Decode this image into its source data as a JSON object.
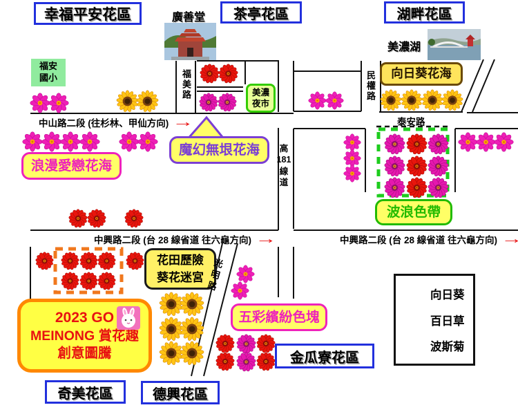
{
  "map": {
    "regions": [
      {
        "id": "xingfu",
        "label": "幸福平安花區"
      },
      {
        "id": "chating",
        "label": "茶亭花區"
      },
      {
        "id": "hupan",
        "label": "湖畔花區"
      },
      {
        "id": "qimei",
        "label": "奇美花區"
      },
      {
        "id": "dexing",
        "label": "德興花區"
      },
      {
        "id": "jinguoliao",
        "label": "金瓜寮花區"
      }
    ],
    "places": {
      "guangshantang": "廣善堂",
      "meinonghu": "美濃湖",
      "fuan_lines": [
        "福安",
        "國小"
      ],
      "night_market_lines": [
        "美濃",
        "夜市"
      ]
    },
    "highlights": {
      "sunflower_sea": "向日葵花海",
      "romantic": "浪漫愛戀花海",
      "magic": "魔幻無垠花海",
      "wave": "波浪色帶",
      "colorblocks": "五彩繽紛色塊",
      "maze_lines": [
        "花田歷險",
        "葵花迷宮"
      ]
    },
    "banner": {
      "lines": [
        "2023 GO",
        "MEINONG 賞花趣",
        "創意圖騰"
      ]
    },
    "roads": {
      "zhongshan": "中山路二段 (往杉林、甲仙方向)",
      "taian": "泰安路",
      "zhongxing_left": "中興路二段 (台 28 線省道 往六龜方向)",
      "zhongxing_right": "中興路二段 (台 28 線省道 往六龜方向)",
      "minquan": "民權路",
      "fumei": "福美路",
      "gao181_lines": [
        "高",
        "181",
        "線",
        "道"
      ],
      "guangming": "光明路",
      "arrow": "→"
    },
    "legend": {
      "items": [
        {
          "icon": "sunflower-icon",
          "label": "向日葵"
        },
        {
          "icon": "zinnia-red-icon",
          "label": "百日草"
        },
        {
          "icon": "cosmos-icon",
          "label": "波斯菊"
        }
      ]
    },
    "icons": {
      "sunflower": "sunflower-icon",
      "zinnia_red": "zinnia-red-icon",
      "zinnia_magenta": "zinnia-magenta-icon",
      "cosmos": "cosmos-icon"
    },
    "colors": {
      "region_border": "#2230DD",
      "road": "#111111",
      "arrow_red": "#E81111",
      "highlight_fill": "#FFFF66",
      "magenta_accent": "#EE22BB",
      "purple_accent": "#7B3FD4",
      "green_accent": "#22BB00",
      "orange_accent": "#FF8800",
      "banner_text": "#E81111",
      "school_fill": "#90EB9E",
      "night_market_fill": "#E8FF99",
      "sunflower_box_border": "#6B4A08"
    },
    "flowers": [
      [
        "cosmos",
        58,
        149,
        30
      ],
      [
        "cosmos",
        85,
        149,
        30
      ],
      [
        "sunflower",
        184,
        146,
        33
      ],
      [
        "sunflower",
        213,
        146,
        33
      ],
      [
        "zinnia_red",
        303,
        106,
        29
      ],
      [
        "zinnia_red",
        330,
        106,
        29
      ],
      [
        "zinnia_magenta",
        302,
        148,
        28
      ],
      [
        "zinnia_magenta",
        329,
        148,
        28
      ],
      [
        "cosmos",
        459,
        145,
        27
      ],
      [
        "cosmos",
        484,
        145,
        27
      ],
      [
        "sunflower",
        566,
        145,
        32
      ],
      [
        "sunflower",
        596,
        145,
        32
      ],
      [
        "sunflower",
        626,
        145,
        32
      ],
      [
        "sunflower",
        655,
        145,
        32
      ],
      [
        "cosmos",
        47,
        205,
        30
      ],
      [
        "cosmos",
        75,
        205,
        30
      ],
      [
        "cosmos",
        102,
        205,
        30
      ],
      [
        "cosmos",
        130,
        205,
        30
      ],
      [
        "cosmos",
        187,
        205,
        30
      ],
      [
        "cosmos",
        214,
        205,
        30
      ],
      [
        "cosmos",
        510,
        206,
        26
      ],
      [
        "cosmos",
        510,
        229,
        26
      ],
      [
        "cosmos",
        510,
        251,
        26
      ],
      [
        "zinnia_magenta",
        571,
        208,
        31
      ],
      [
        "zinnia_red",
        603,
        208,
        31
      ],
      [
        "zinnia_magenta",
        634,
        208,
        31
      ],
      [
        "zinnia_magenta",
        571,
        240,
        31
      ],
      [
        "zinnia_red",
        603,
        240,
        31
      ],
      [
        "zinnia_magenta",
        634,
        240,
        31
      ],
      [
        "zinnia_magenta",
        571,
        271,
        31
      ],
      [
        "zinnia_red",
        603,
        271,
        31
      ],
      [
        "zinnia_magenta",
        634,
        271,
        31
      ],
      [
        "cosmos",
        677,
        205,
        29
      ],
      [
        "cosmos",
        703,
        205,
        29
      ],
      [
        "cosmos",
        729,
        205,
        29
      ],
      [
        "zinnia_red",
        113,
        316,
        28
      ],
      [
        "zinnia_red",
        140,
        316,
        28
      ],
      [
        "zinnia_red",
        194,
        316,
        28
      ],
      [
        "zinnia_red",
        64,
        377,
        27
      ],
      [
        "zinnia_red",
        101,
        377,
        27
      ],
      [
        "zinnia_red",
        128,
        377,
        27
      ],
      [
        "zinnia_red",
        154,
        377,
        27
      ],
      [
        "zinnia_red",
        101,
        406,
        27
      ],
      [
        "zinnia_red",
        128,
        406,
        27
      ],
      [
        "zinnia_red",
        154,
        406,
        27
      ],
      [
        "zinnia_red",
        195,
        377,
        27
      ],
      [
        "sunflower",
        248,
        440,
        36
      ],
      [
        "sunflower",
        278,
        440,
        36
      ],
      [
        "sunflower",
        248,
        476,
        36
      ],
      [
        "sunflower",
        278,
        476,
        36
      ],
      [
        "sunflower",
        248,
        511,
        36
      ],
      [
        "sunflower",
        278,
        511,
        36
      ],
      [
        "cosmos",
        355,
        396,
        27
      ],
      [
        "cosmos",
        347,
        420,
        27
      ],
      [
        "zinnia_red",
        326,
        497,
        28
      ],
      [
        "zinnia_magenta",
        356,
        497,
        29
      ],
      [
        "zinnia_red",
        385,
        497,
        28
      ],
      [
        "zinnia_red",
        326,
        523,
        28
      ],
      [
        "zinnia_magenta",
        356,
        523,
        29
      ],
      [
        "zinnia_red",
        385,
        523,
        28
      ],
      [
        "sunflower",
        600,
        422,
        28
      ],
      [
        "zinnia_red",
        599,
        460,
        25
      ],
      [
        "cosmos",
        599,
        497,
        27
      ]
    ]
  }
}
